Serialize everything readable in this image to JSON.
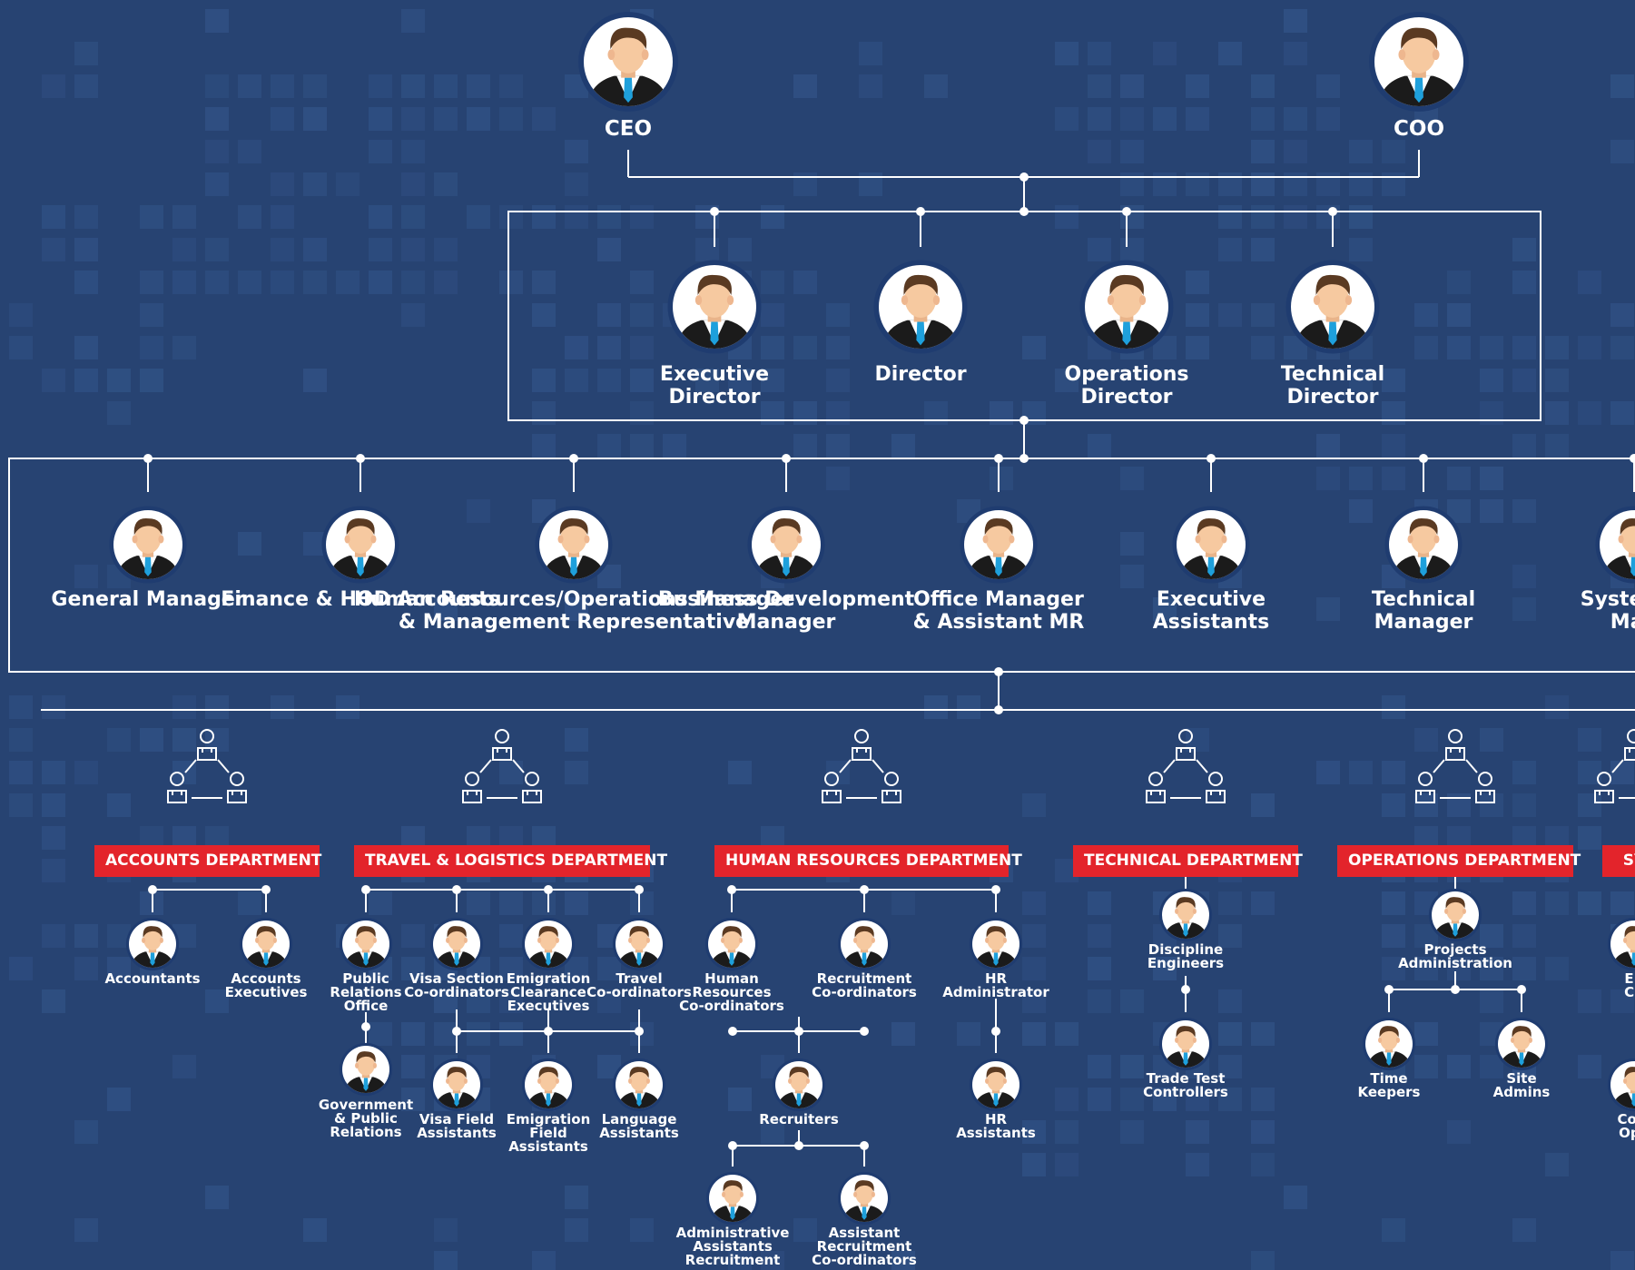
{
  "colors": {
    "background": "#274372",
    "line": "#ffffff",
    "department_badge": "#e3242b",
    "avatar_ring": "#1f3c70"
  },
  "top": [
    {
      "id": "ceo",
      "label": "CEO"
    },
    {
      "id": "coo",
      "label": "COO"
    }
  ],
  "directors": [
    {
      "id": "executive-director",
      "label": "Executive\nDirector"
    },
    {
      "id": "director",
      "label": "Director"
    },
    {
      "id": "operations-director",
      "label": "Operations\nDirector"
    },
    {
      "id": "technical-director",
      "label": "Technical\nDirector"
    }
  ],
  "managers": [
    {
      "id": "general-manager",
      "label": "General Manager"
    },
    {
      "id": "finance-hod",
      "label": "Finance & HOD Accounts"
    },
    {
      "id": "hr-operations",
      "label": "Human Resources/Operations Manager\n& Management Representative"
    },
    {
      "id": "business-development",
      "label": "Business Development\nManager"
    },
    {
      "id": "office-manager",
      "label": "Office Manager\n& Assistant MR"
    },
    {
      "id": "executive-assistants",
      "label": "Executive\nAssistants"
    },
    {
      "id": "technical-manager",
      "label": "Technical\nManager"
    },
    {
      "id": "system-manager",
      "label": "System &\nMan"
    }
  ],
  "departments": [
    {
      "id": "accounts",
      "name": "ACCOUNTS DEPARTMENT",
      "roles": [
        {
          "id": "accountants",
          "label": "Accountants"
        },
        {
          "id": "accounts-executives",
          "label": "Accounts\nExecutives"
        }
      ]
    },
    {
      "id": "travel",
      "name": "TRAVEL & LOGISTICS DEPARTMENT",
      "roles": [
        {
          "id": "public-relations-office",
          "label": "Public\nRelations\nOffice"
        },
        {
          "id": "visa-section-coordinators",
          "label": "Visa Section\nCo-ordinators"
        },
        {
          "id": "emigration-clearance-executives",
          "label": "Emigration\nClearance\nExecutives"
        },
        {
          "id": "travel-coordinators",
          "label": "Travel\nCo-ordinators"
        },
        {
          "id": "government-public-relations",
          "label": "Government\n& Public\nRelations"
        },
        {
          "id": "visa-field-assistants",
          "label": "Visa Field\nAssistants"
        },
        {
          "id": "emigration-field-assistants",
          "label": "Emigration\nField\nAssistants"
        },
        {
          "id": "language-assistants",
          "label": "Language\nAssistants"
        }
      ]
    },
    {
      "id": "hr",
      "name": "HUMAN RESOURCES DEPARTMENT",
      "roles": [
        {
          "id": "hr-coordinators",
          "label": "Human\nResources\nCo-ordinators"
        },
        {
          "id": "recruitment-coordinators",
          "label": "Recruitment\nCo-ordinators"
        },
        {
          "id": "hr-administrator",
          "label": "HR\nAdministrator"
        },
        {
          "id": "recruiters",
          "label": "Recruiters"
        },
        {
          "id": "hr-assistants",
          "label": "HR\nAssistants"
        },
        {
          "id": "admin-assistants-recruitment",
          "label": "Administrative\nAssistants\nRecruitment"
        },
        {
          "id": "assistant-recruitment-coordinators",
          "label": "Assistant\nRecruitment\nCo-ordinators"
        }
      ]
    },
    {
      "id": "technical",
      "name": "TECHNICAL DEPARTMENT",
      "roles": [
        {
          "id": "discipline-engineers",
          "label": "Discipline\nEngineers"
        },
        {
          "id": "trade-test-controllers",
          "label": "Trade Test\nControllers"
        }
      ]
    },
    {
      "id": "operations",
      "name": "OPERATIONS DEPARTMENT",
      "roles": [
        {
          "id": "projects-administration",
          "label": "Projects\nAdministration"
        },
        {
          "id": "time-keepers",
          "label": "Time\nKeepers"
        },
        {
          "id": "site-admins",
          "label": "Site\nAdmins"
        }
      ]
    },
    {
      "id": "systems",
      "name": "SY",
      "roles": [
        {
          "id": "ep-ch",
          "label": "EP\nCh"
        },
        {
          "id": "com-ope",
          "label": "Com\nOpe"
        }
      ]
    }
  ]
}
